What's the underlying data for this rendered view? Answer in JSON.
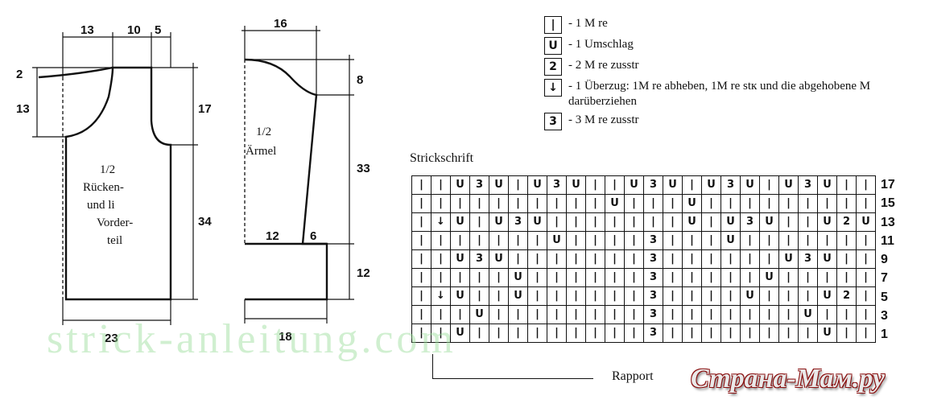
{
  "body_piece": {
    "dimensions": {
      "top_left": "13",
      "top_mid": "10",
      "top_right": "5",
      "left_small": "2",
      "left_armhole": "13",
      "right_upper": "17",
      "right_lower": "34",
      "bottom": "23"
    },
    "label_lines": [
      "1/2",
      "Rücken-",
      "und li",
      "Vorder-",
      "teil"
    ]
  },
  "sleeve_piece": {
    "dimensions": {
      "top": "16",
      "right_upper": "8",
      "right_mid": "33",
      "right_lower": "12",
      "inner_left": "12",
      "inner_right": "6",
      "bottom": "18"
    },
    "label_lines": [
      "1/2",
      "Ärmel"
    ]
  },
  "legend": [
    {
      "symbol_name": "knit-stitch-icon",
      "glyph": "|",
      "text": "- 1 M re"
    },
    {
      "symbol_name": "yarn-over-icon",
      "glyph": "U",
      "text": "- 1 Umschlag"
    },
    {
      "symbol_name": "knit-two-together-icon",
      "glyph": "2",
      "text": "- 2 M re zusstr"
    },
    {
      "symbol_name": "slip-knit-pass-over-icon",
      "glyph": "↓",
      "text": "- 1 Überzug: 1M re abheben, 1M re stк und die abgehobene M darüberziehen"
    },
    {
      "symbol_name": "knit-three-together-icon",
      "glyph": "3",
      "text": "- 3 M re zusstr"
    }
  ],
  "chart": {
    "title": "Strickschrift",
    "rapport_label": "Rapport",
    "row_numbers": [
      "17",
      "15",
      "13",
      "11",
      "9",
      "7",
      "5",
      "3",
      "1"
    ],
    "rows": [
      [
        "|",
        "|",
        "U",
        "3",
        "U",
        "|",
        "U",
        "3",
        "U",
        "|",
        "|",
        "U",
        "3",
        "U",
        "|",
        "U",
        "3",
        "U",
        "|",
        "U",
        "3",
        "U",
        "|",
        "|"
      ],
      [
        "|",
        "|",
        "|",
        "|",
        "|",
        "|",
        "|",
        "|",
        "|",
        "|",
        "U",
        "|",
        "|",
        "|",
        "U",
        "|",
        "|",
        "|",
        "|",
        "|",
        "|",
        "|",
        "|",
        "|"
      ],
      [
        "|",
        "↓",
        "U",
        "|",
        "U",
        "3",
        "U",
        "|",
        "|",
        "|",
        "|",
        "|",
        "|",
        "|",
        "U",
        "|",
        "U",
        "3",
        "U",
        "|",
        "|",
        "U",
        "2",
        "U"
      ],
      [
        "|",
        "|",
        "|",
        "|",
        "|",
        "|",
        "|",
        "U",
        "|",
        "|",
        "|",
        "|",
        "3",
        "|",
        "|",
        "|",
        "U",
        "|",
        "|",
        "|",
        "|",
        "|",
        "|",
        "|"
      ],
      [
        "|",
        "|",
        "U",
        "3",
        "U",
        "|",
        "|",
        "|",
        "|",
        "|",
        "|",
        "|",
        "3",
        "|",
        "|",
        "|",
        "|",
        "|",
        "|",
        "U",
        "3",
        "U",
        "|",
        "|"
      ],
      [
        "|",
        "|",
        "|",
        "|",
        "|",
        "U",
        "|",
        "|",
        "|",
        "|",
        "|",
        "|",
        "3",
        "|",
        "|",
        "|",
        "|",
        "|",
        "U",
        "|",
        "|",
        "|",
        "|",
        "|"
      ],
      [
        "|",
        "↓",
        "U",
        "|",
        "|",
        "U",
        "|",
        "|",
        "|",
        "|",
        "|",
        "|",
        "3",
        "|",
        "|",
        "|",
        "|",
        "U",
        "|",
        "|",
        "|",
        "U",
        "2",
        "|"
      ],
      [
        "|",
        "|",
        "|",
        "U",
        "|",
        "|",
        "|",
        "|",
        "|",
        "|",
        "|",
        "|",
        "3",
        "|",
        "|",
        "|",
        "|",
        "|",
        "|",
        "|",
        "U",
        "|",
        "|",
        "|"
      ],
      [
        "|",
        "|",
        "U",
        "|",
        "|",
        "|",
        "|",
        "|",
        "|",
        "|",
        "|",
        "|",
        "3",
        "|",
        "|",
        "|",
        "|",
        "|",
        "|",
        "|",
        "|",
        "U",
        "|",
        "|"
      ]
    ]
  },
  "watermark": "strick-anleitung.com",
  "brand": "Страна-Мам.ру"
}
